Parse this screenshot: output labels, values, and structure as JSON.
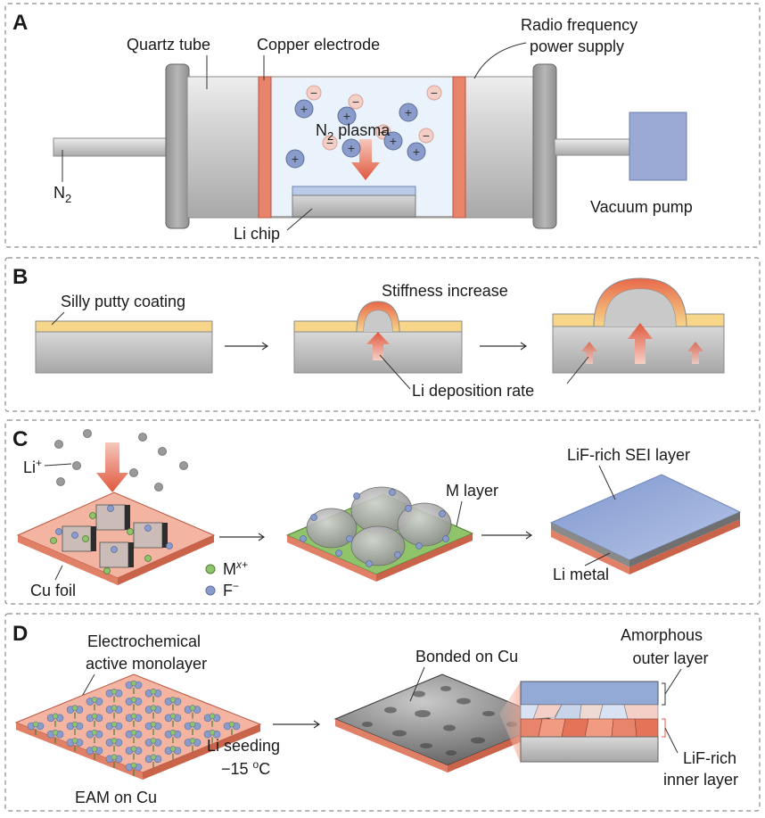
{
  "panelA": {
    "letter": "A",
    "quartz_tube": "Quartz tube",
    "copper_electrode": "Copper electrode",
    "rf_line1": "Radio frequency",
    "rf_line2": "power supply",
    "n2_main": "N",
    "n2_sub": "2",
    "plasma_main": "N",
    "plasma_sub": "2",
    "plasma_rest": " plasma",
    "vacuum_pump": "Vacuum pump",
    "li_chip": "Li chip",
    "plus": "+",
    "minus": "−"
  },
  "panelB": {
    "letter": "B",
    "silly_putty": "Silly putty coating",
    "stiffness": "Stiffness increase",
    "deposition": "Li deposition rate"
  },
  "panelC": {
    "letter": "C",
    "li_ion": "Li",
    "li_sup": "+",
    "cu_foil": "Cu foil",
    "mx_main": "M",
    "mx_sup": "x+",
    "f_main": "F",
    "f_sup": "−",
    "m_layer": "M layer",
    "lif_sei": "LiF-rich SEI layer",
    "li_metal": "Li metal"
  },
  "panelD": {
    "letter": "D",
    "eam_line1": "Electrochemical",
    "eam_line2": "active monolayer",
    "eam_on_cu": "EAM on Cu",
    "li_seeding": "Li seeding",
    "temp_main": "−15 ",
    "temp_sup": "o",
    "temp_unit": "C",
    "bonded": "Bonded on Cu",
    "amorphous_line1": "Amorphous",
    "amorphous_line2": "outer layer",
    "lif_inner_line1": "LiF-rich",
    "lif_inner_line2": "inner layer"
  },
  "colors": {
    "gray_body": "#c9c9c9",
    "copper": "#e8846b",
    "putty": "#f7d68a",
    "plasma_bg": "#eaf3fb",
    "ion_blue": "#8a9ccc",
    "ion_pink": "#f3cfc8",
    "sei_blue": "#93a9d6",
    "green_m": "#8fc46a"
  }
}
